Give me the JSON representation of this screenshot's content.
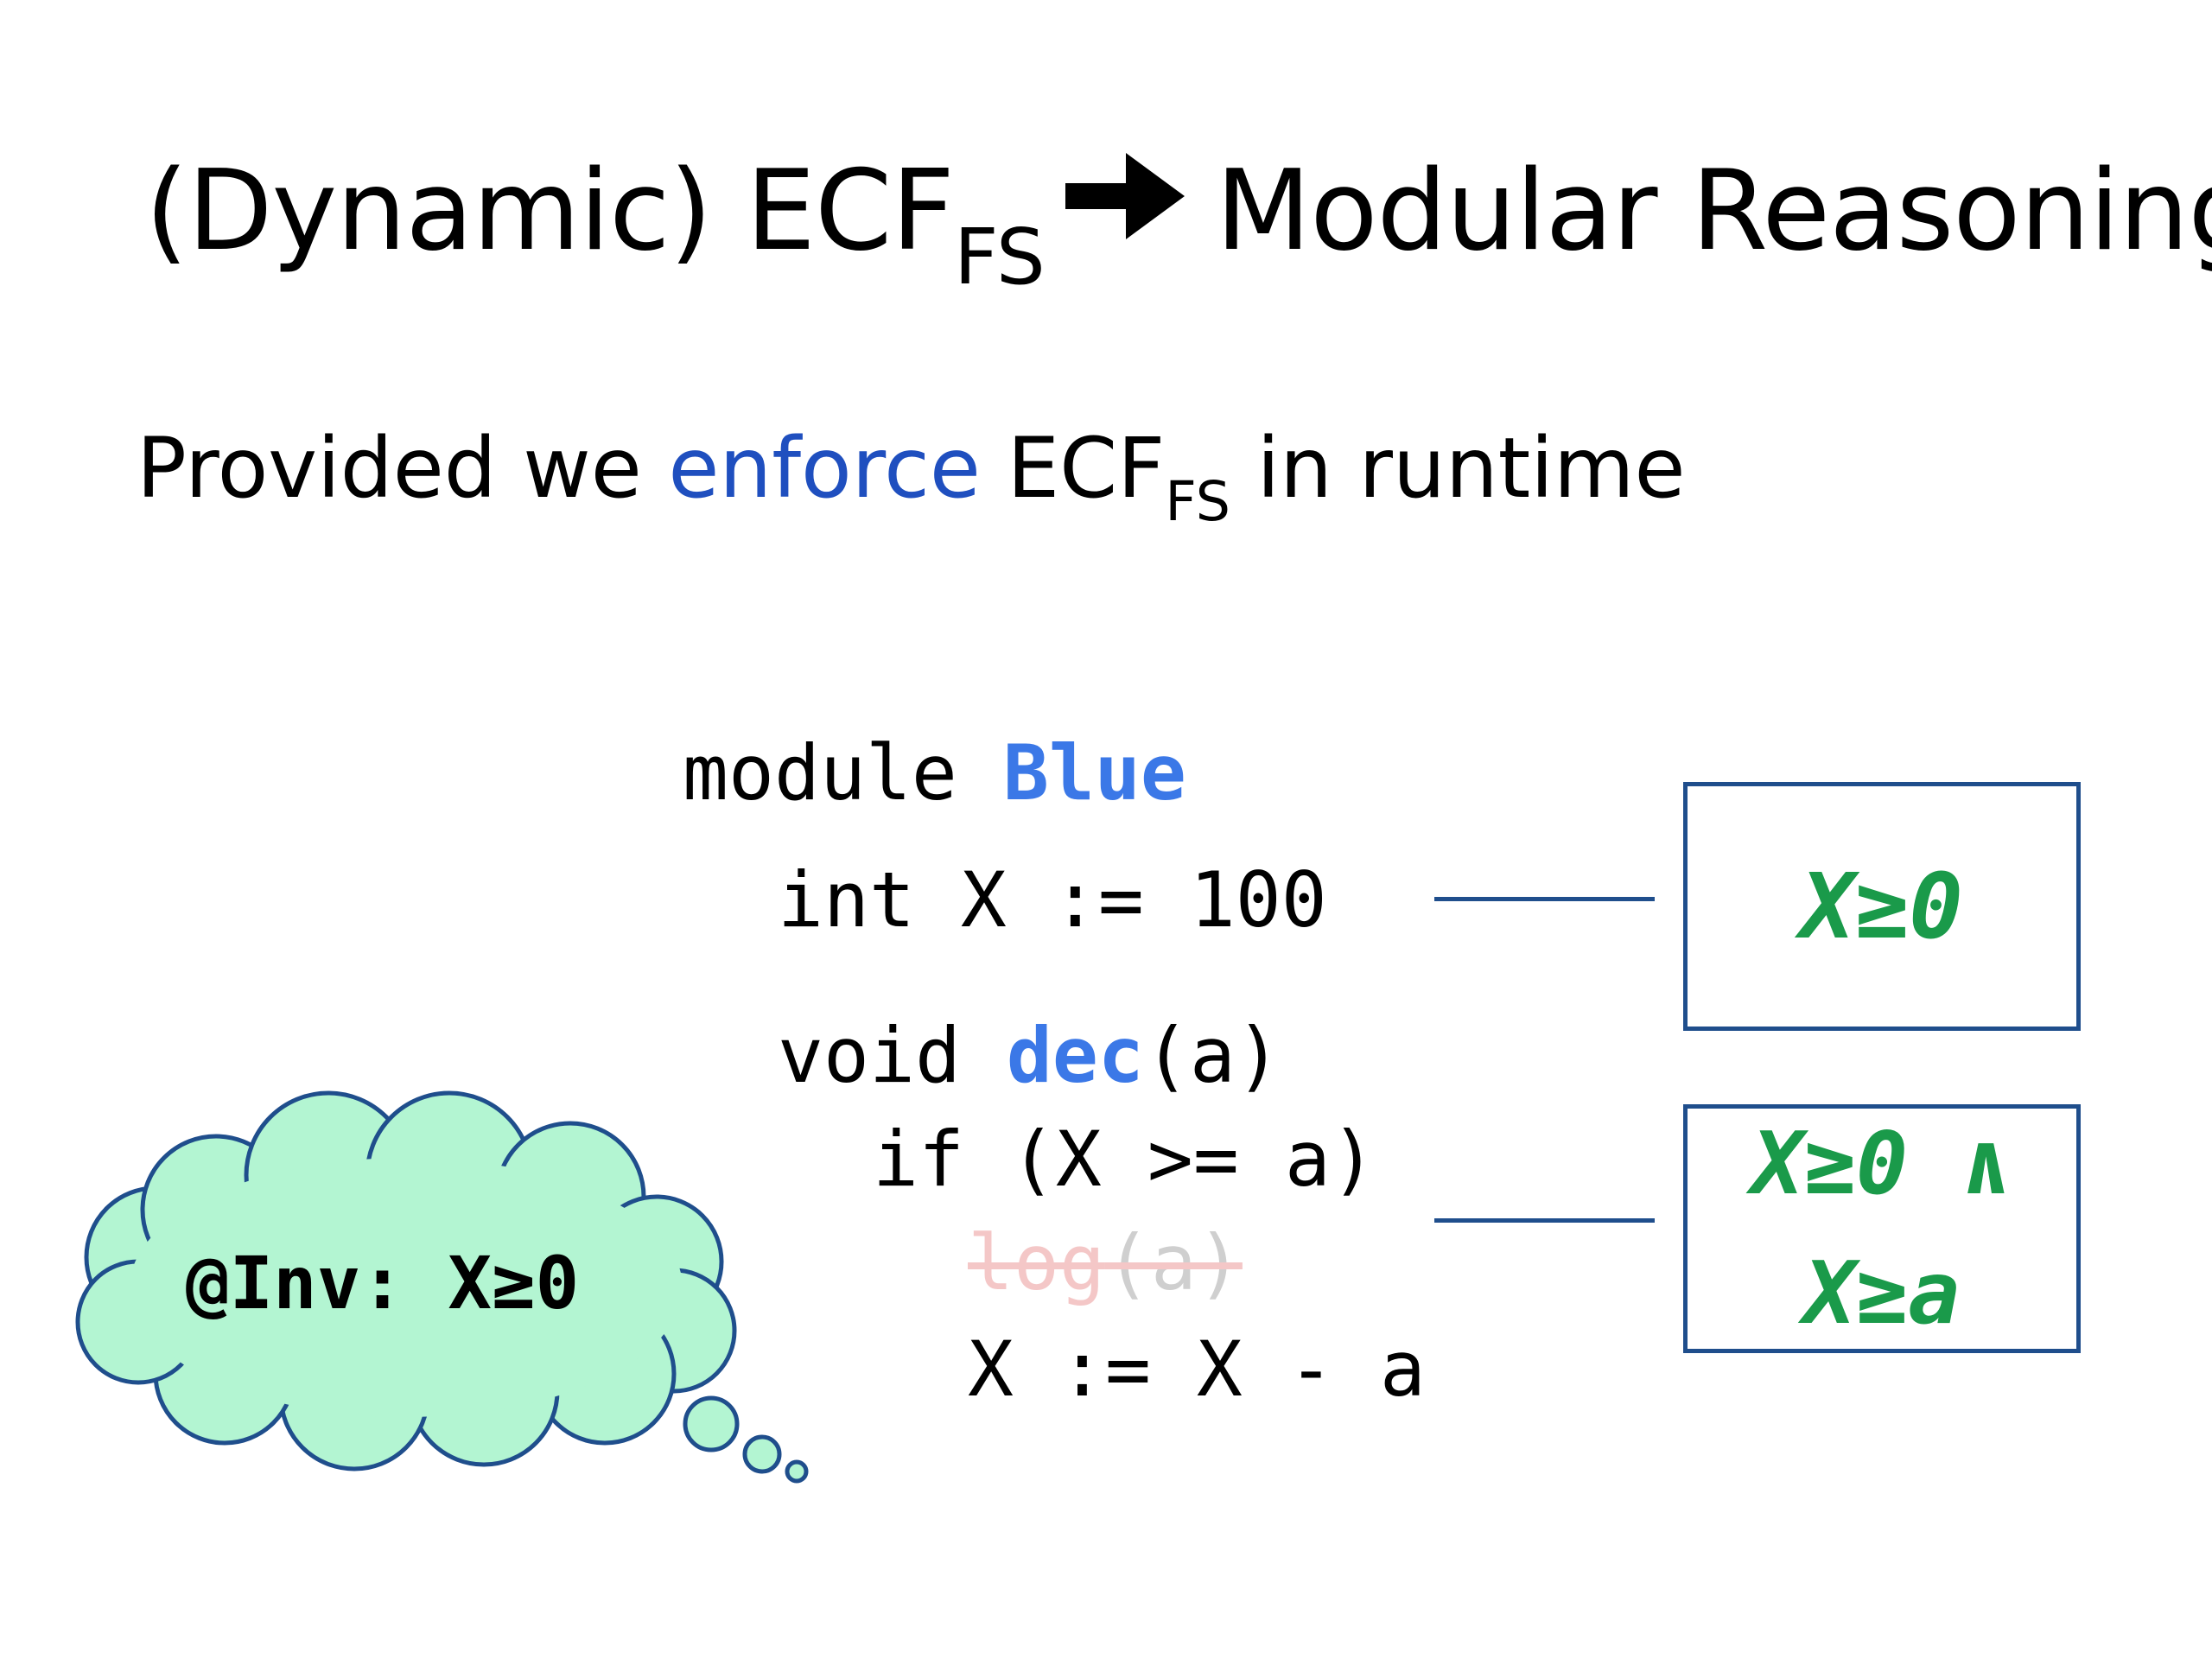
{
  "title": {
    "prefix": "(Dynamic) ECF",
    "subscript": "FS",
    "suffix": "Modular Reasoning"
  },
  "subtitle": {
    "part1": "Provided we ",
    "highlight": "enforce",
    "part2": " ECF",
    "subscript": "FS",
    "part3": " in runtime"
  },
  "code": {
    "module_kw": "module ",
    "module_name": "Blue",
    "decl": "int X := 100",
    "func_kw": "void ",
    "func_name": "dec",
    "func_args": "(a)",
    "if_line": "if (X >= a)",
    "log_name": "log",
    "log_args": "(a)",
    "assign_line": "X := X - a"
  },
  "assertions": {
    "box1": "X≥0",
    "box2_line1": "X≥0 ∧",
    "box2_line2": "X≥a"
  },
  "thought": {
    "text": "@Inv: X≥0"
  },
  "colors": {
    "keyword_blue": "#3b78e7",
    "enforce_blue": "#1f4fbf",
    "assertion_green": "#1a9a4a",
    "box_border": "#1f4e8c",
    "cloud_fill": "#b3f5d2",
    "cloud_stroke": "#1f4e8c"
  },
  "icons": {
    "arrow": "right-arrow-icon",
    "cloud": "thought-cloud-icon"
  }
}
